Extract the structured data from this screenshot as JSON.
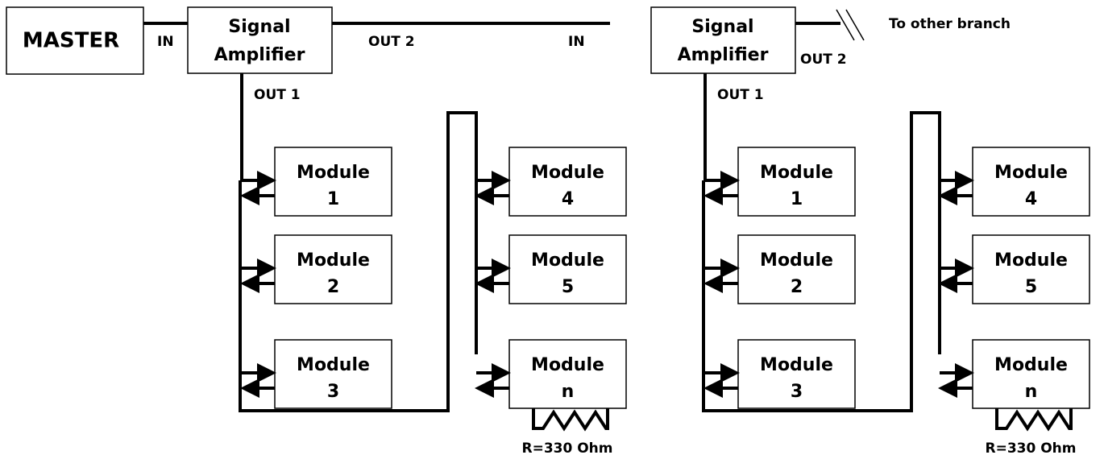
{
  "diagram": {
    "master": "MASTER",
    "amplifier": {
      "line1": "Signal",
      "line2": "Amplifier"
    },
    "port_in": "IN",
    "port_out1": "OUT 1",
    "port_out2": "OUT 2",
    "to_other_branch": "To other branch",
    "module_word": "Module",
    "resistor_label": "R=330 Ohm",
    "branches": [
      {
        "modules": [
          "1",
          "2",
          "3",
          "4",
          "5",
          "n"
        ]
      },
      {
        "modules": [
          "1",
          "2",
          "3",
          "4",
          "5",
          "n"
        ]
      }
    ]
  }
}
